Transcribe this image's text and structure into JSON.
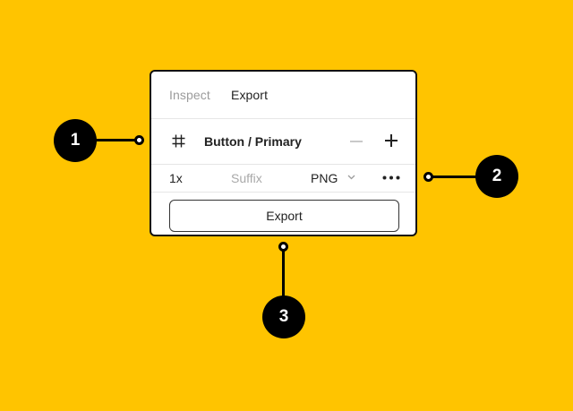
{
  "panel": {
    "tabs": [
      "Inspect",
      "Export"
    ],
    "active_tab": "Export",
    "export_row": {
      "icon": "frame-icon",
      "frame_name": "Button / Primary",
      "remove_icon": "minus-icon",
      "add_icon": "plus-icon"
    },
    "settings_row": {
      "scale": "1x",
      "suffix_placeholder": "Suffix",
      "format": "PNG",
      "format_icon": "chevron-down-icon",
      "more_icon": "more-horizontal-icon"
    },
    "export_button": "Export"
  },
  "callouts": [
    "1",
    "2",
    "3"
  ],
  "colors": {
    "background": "#FFC400",
    "panel": "#FFFFFF",
    "border": "#111111",
    "muted_text": "#9B9B9B"
  }
}
